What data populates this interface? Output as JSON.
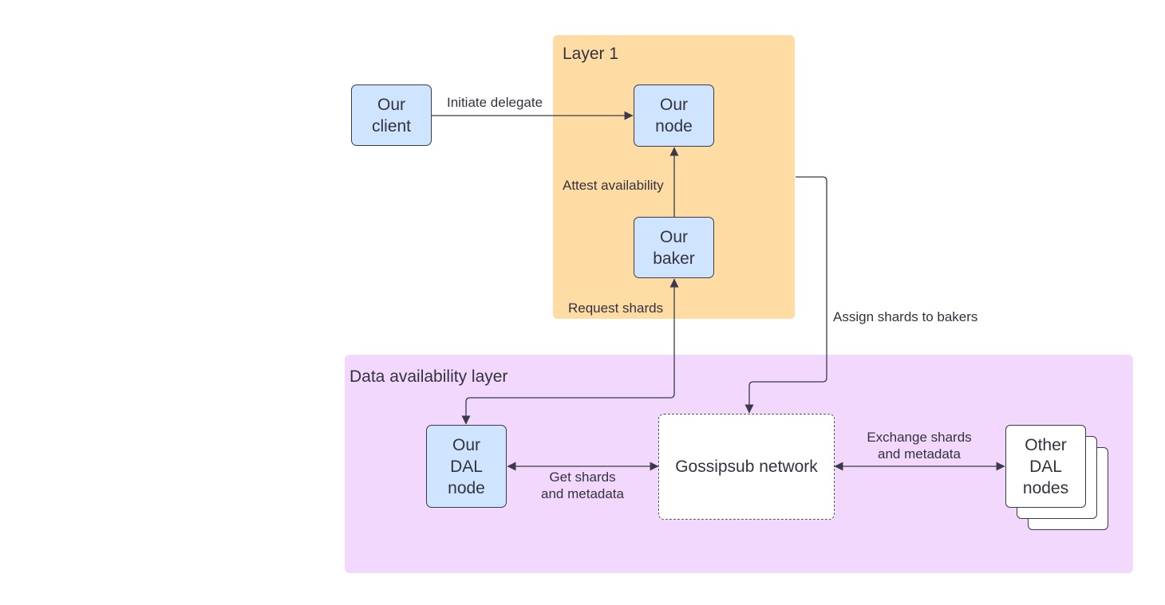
{
  "colors": {
    "layer1_fill": "#fedca3",
    "dal_fill": "#f2d8fc",
    "node_fill": "#cfe4ff",
    "stroke": "#3a3a4a",
    "text": "#333340"
  },
  "regions": {
    "layer1": {
      "title": "Layer 1"
    },
    "dal": {
      "title": "Data availability layer"
    }
  },
  "nodes": {
    "client": {
      "line1": "Our",
      "line2": "client"
    },
    "node": {
      "line1": "Our",
      "line2": "node"
    },
    "baker": {
      "line1": "Our",
      "line2": "baker"
    },
    "dal_node": {
      "line1": "Our",
      "line2": "DAL",
      "line3": "node"
    },
    "gossipsub": {
      "label": "Gossipsub network"
    },
    "other_dal": {
      "line1": "Other",
      "line2": "DAL",
      "line3": "nodes"
    }
  },
  "edges": {
    "initiate": {
      "label": "Initiate delegate"
    },
    "attest": {
      "label": "Attest availability"
    },
    "request": {
      "label": "Request shards"
    },
    "assign": {
      "label": "Assign shards to bakers"
    },
    "get": {
      "line1": "Get shards",
      "line2": "and metadata"
    },
    "exchange": {
      "line1": "Exchange shards",
      "line2": "and metadata"
    }
  }
}
